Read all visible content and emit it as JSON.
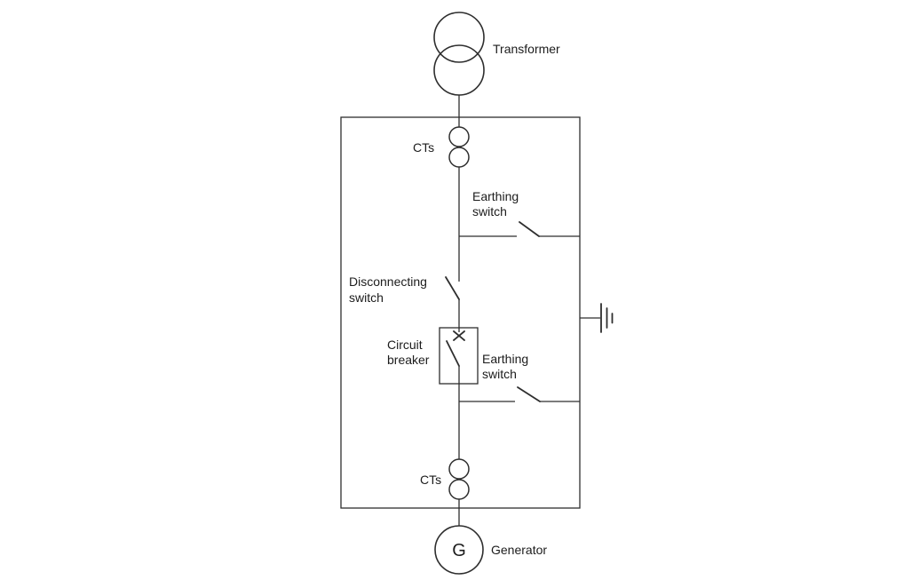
{
  "diagram": {
    "type": "single-line electrical diagram of a generator circuit-breaker installation",
    "colors": {
      "line": "#2e2e2e",
      "text": "#1c1c1c",
      "background": "#ffffff"
    },
    "labels": {
      "transformer": "Transformer",
      "cts_top": "CTs",
      "earthing_switch_top": [
        "Earthing",
        "switch"
      ],
      "disconnecting_switch": [
        "Disconnecting",
        "switch"
      ],
      "circuit_breaker": [
        "Circuit",
        "breaker"
      ],
      "earthing_switch_bottom": [
        "Earthing",
        "switch"
      ],
      "cts_bottom": "CTs",
      "generator": "Generator",
      "generator_letter": "G"
    },
    "symbols": {
      "transformer-symbol": "two overlapping circles",
      "ct-symbol": "two stacked small circles on the conductor",
      "earthing-switch-symbol": "open knife-switch branch to earthed enclosure",
      "disconnecting-switch-symbol": "open knife switch in series with conductor",
      "circuit-breaker-symbol": "rectangle enclosing x contact and switch blade",
      "generator-symbol": "circle containing letter G",
      "earth-symbol": "three graded bars on right side of enclosure"
    }
  }
}
